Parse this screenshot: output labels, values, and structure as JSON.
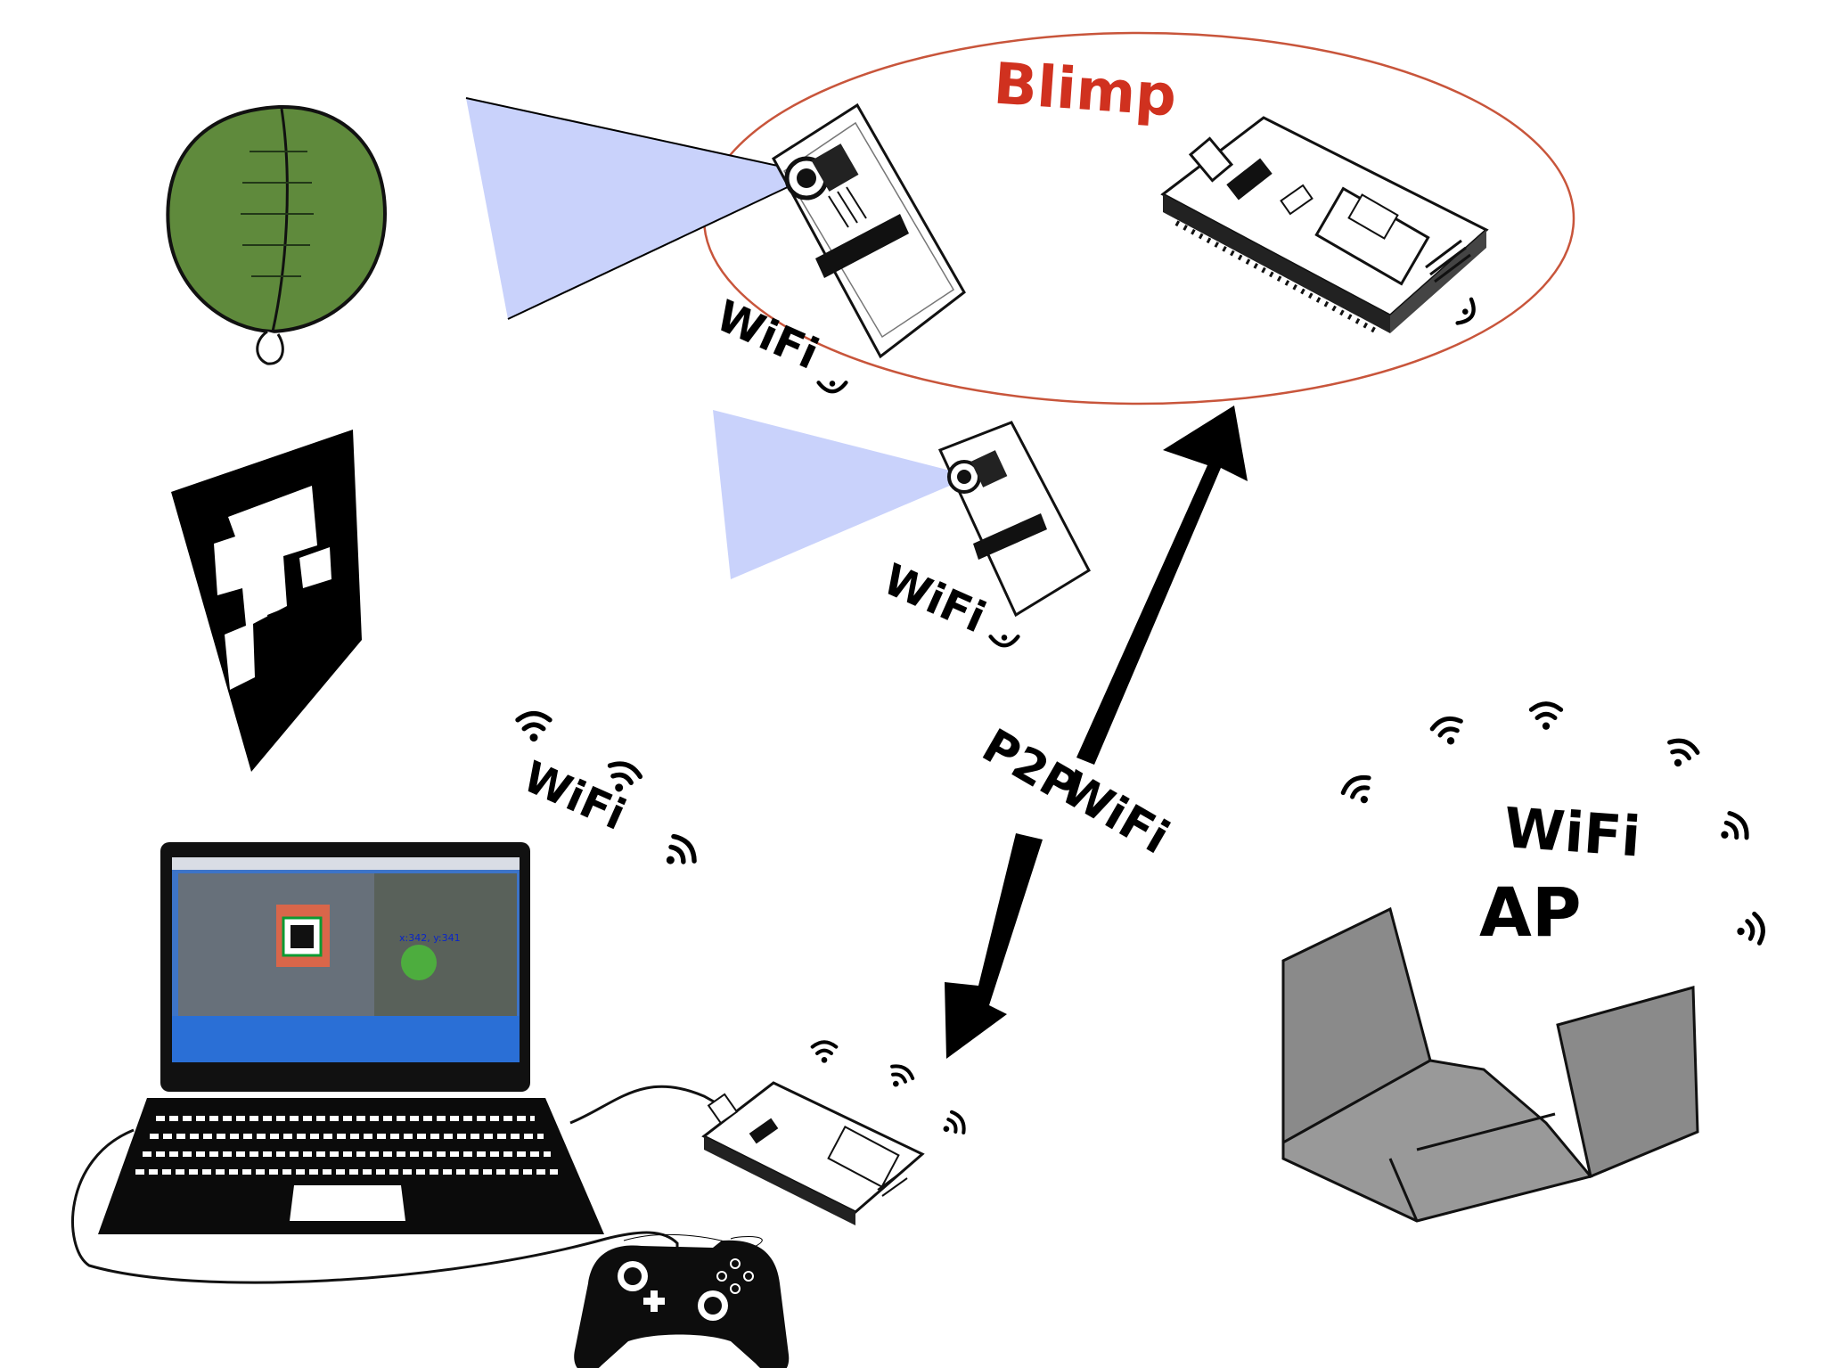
{
  "blimp": {
    "label": "Blimp",
    "label_color": "#d0311f",
    "outline_color": "#c8553b"
  },
  "camera_top": {
    "wifi_label": "WiFi"
  },
  "camera_ground": {
    "wifi_label": "WiFi"
  },
  "link": {
    "label_a": "P2P",
    "label_b": "WiFi"
  },
  "laptop": {
    "wifi_label": "WiFi",
    "screen_overlay_text": "x:342, y:341"
  },
  "router": {
    "label_line1": "WiFi",
    "label_line2": "AP",
    "body_color": "#8a8a8a"
  },
  "colors": {
    "camera_fov": "#c9d2fb",
    "balloon": "#5f8a3c"
  }
}
